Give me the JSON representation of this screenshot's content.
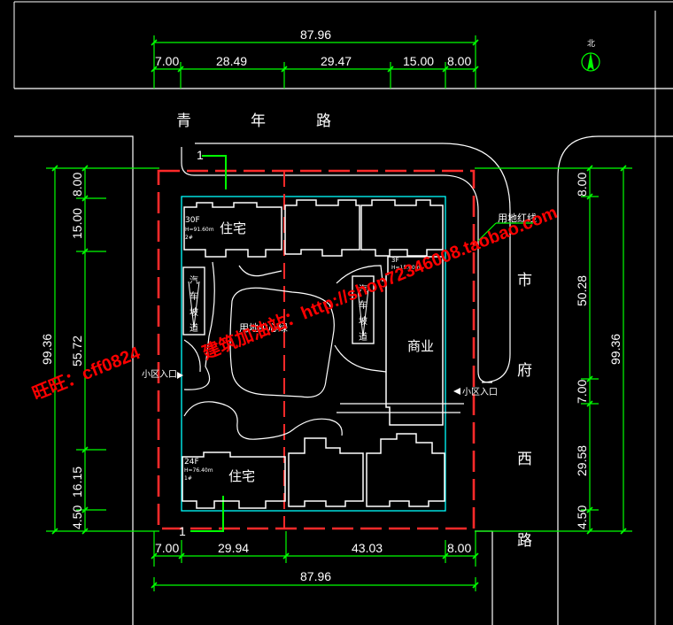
{
  "dimensions": {
    "top_total": "87.96",
    "top_segments": [
      "7.00",
      "28.49",
      "29.47",
      "15.00",
      "8.00"
    ],
    "bottom_segments": [
      "7.00",
      "29.94",
      "43.03",
      "8.00"
    ],
    "bottom_total": "87.96",
    "left_total": "99.36",
    "left_segments": [
      "8.00",
      "15.00",
      "55.72",
      "16.15",
      "4.50"
    ],
    "right_total": "99.36",
    "right_segments": [
      "8.00",
      "50.28",
      "7.00",
      "29.58",
      "4.50"
    ]
  },
  "roads": {
    "north": [
      "青",
      "年",
      "路"
    ],
    "east": [
      "市",
      "府",
      "西",
      "路"
    ]
  },
  "labels": {
    "north_symbol": "北",
    "redline": "用地红线",
    "residential": "住宅",
    "parking": [
      "汽",
      "车",
      "坡",
      "道"
    ],
    "parking_right": [
      "汽",
      "车",
      "坡",
      "道"
    ],
    "commercial": "商业",
    "central_area": "用地中心绿",
    "entrance_west": "小区入口",
    "entrance_east": "小区入口",
    "section_mark": "1",
    "bldg_tl_floors": "30F",
    "bldg_tl_height": "H=91.60m",
    "bldg_tl_no": "2#",
    "bldg_tr_floors": "3F",
    "bldg_tr_height": "H=15.60m",
    "bldg_bl_floors": "24F",
    "bldg_bl_height": "H=76.40m",
    "bldg_bl_no": "1#"
  },
  "watermark": {
    "left": "旺旺：cff0824",
    "middle": "建筑加油站：http://shop72346008.taobao.com"
  },
  "colors": {
    "dimension": "#00ff00",
    "redline": "#ff2a2a",
    "buildable": "#00ffff",
    "outline": "#ffffff",
    "watermark": "#ff0000"
  }
}
